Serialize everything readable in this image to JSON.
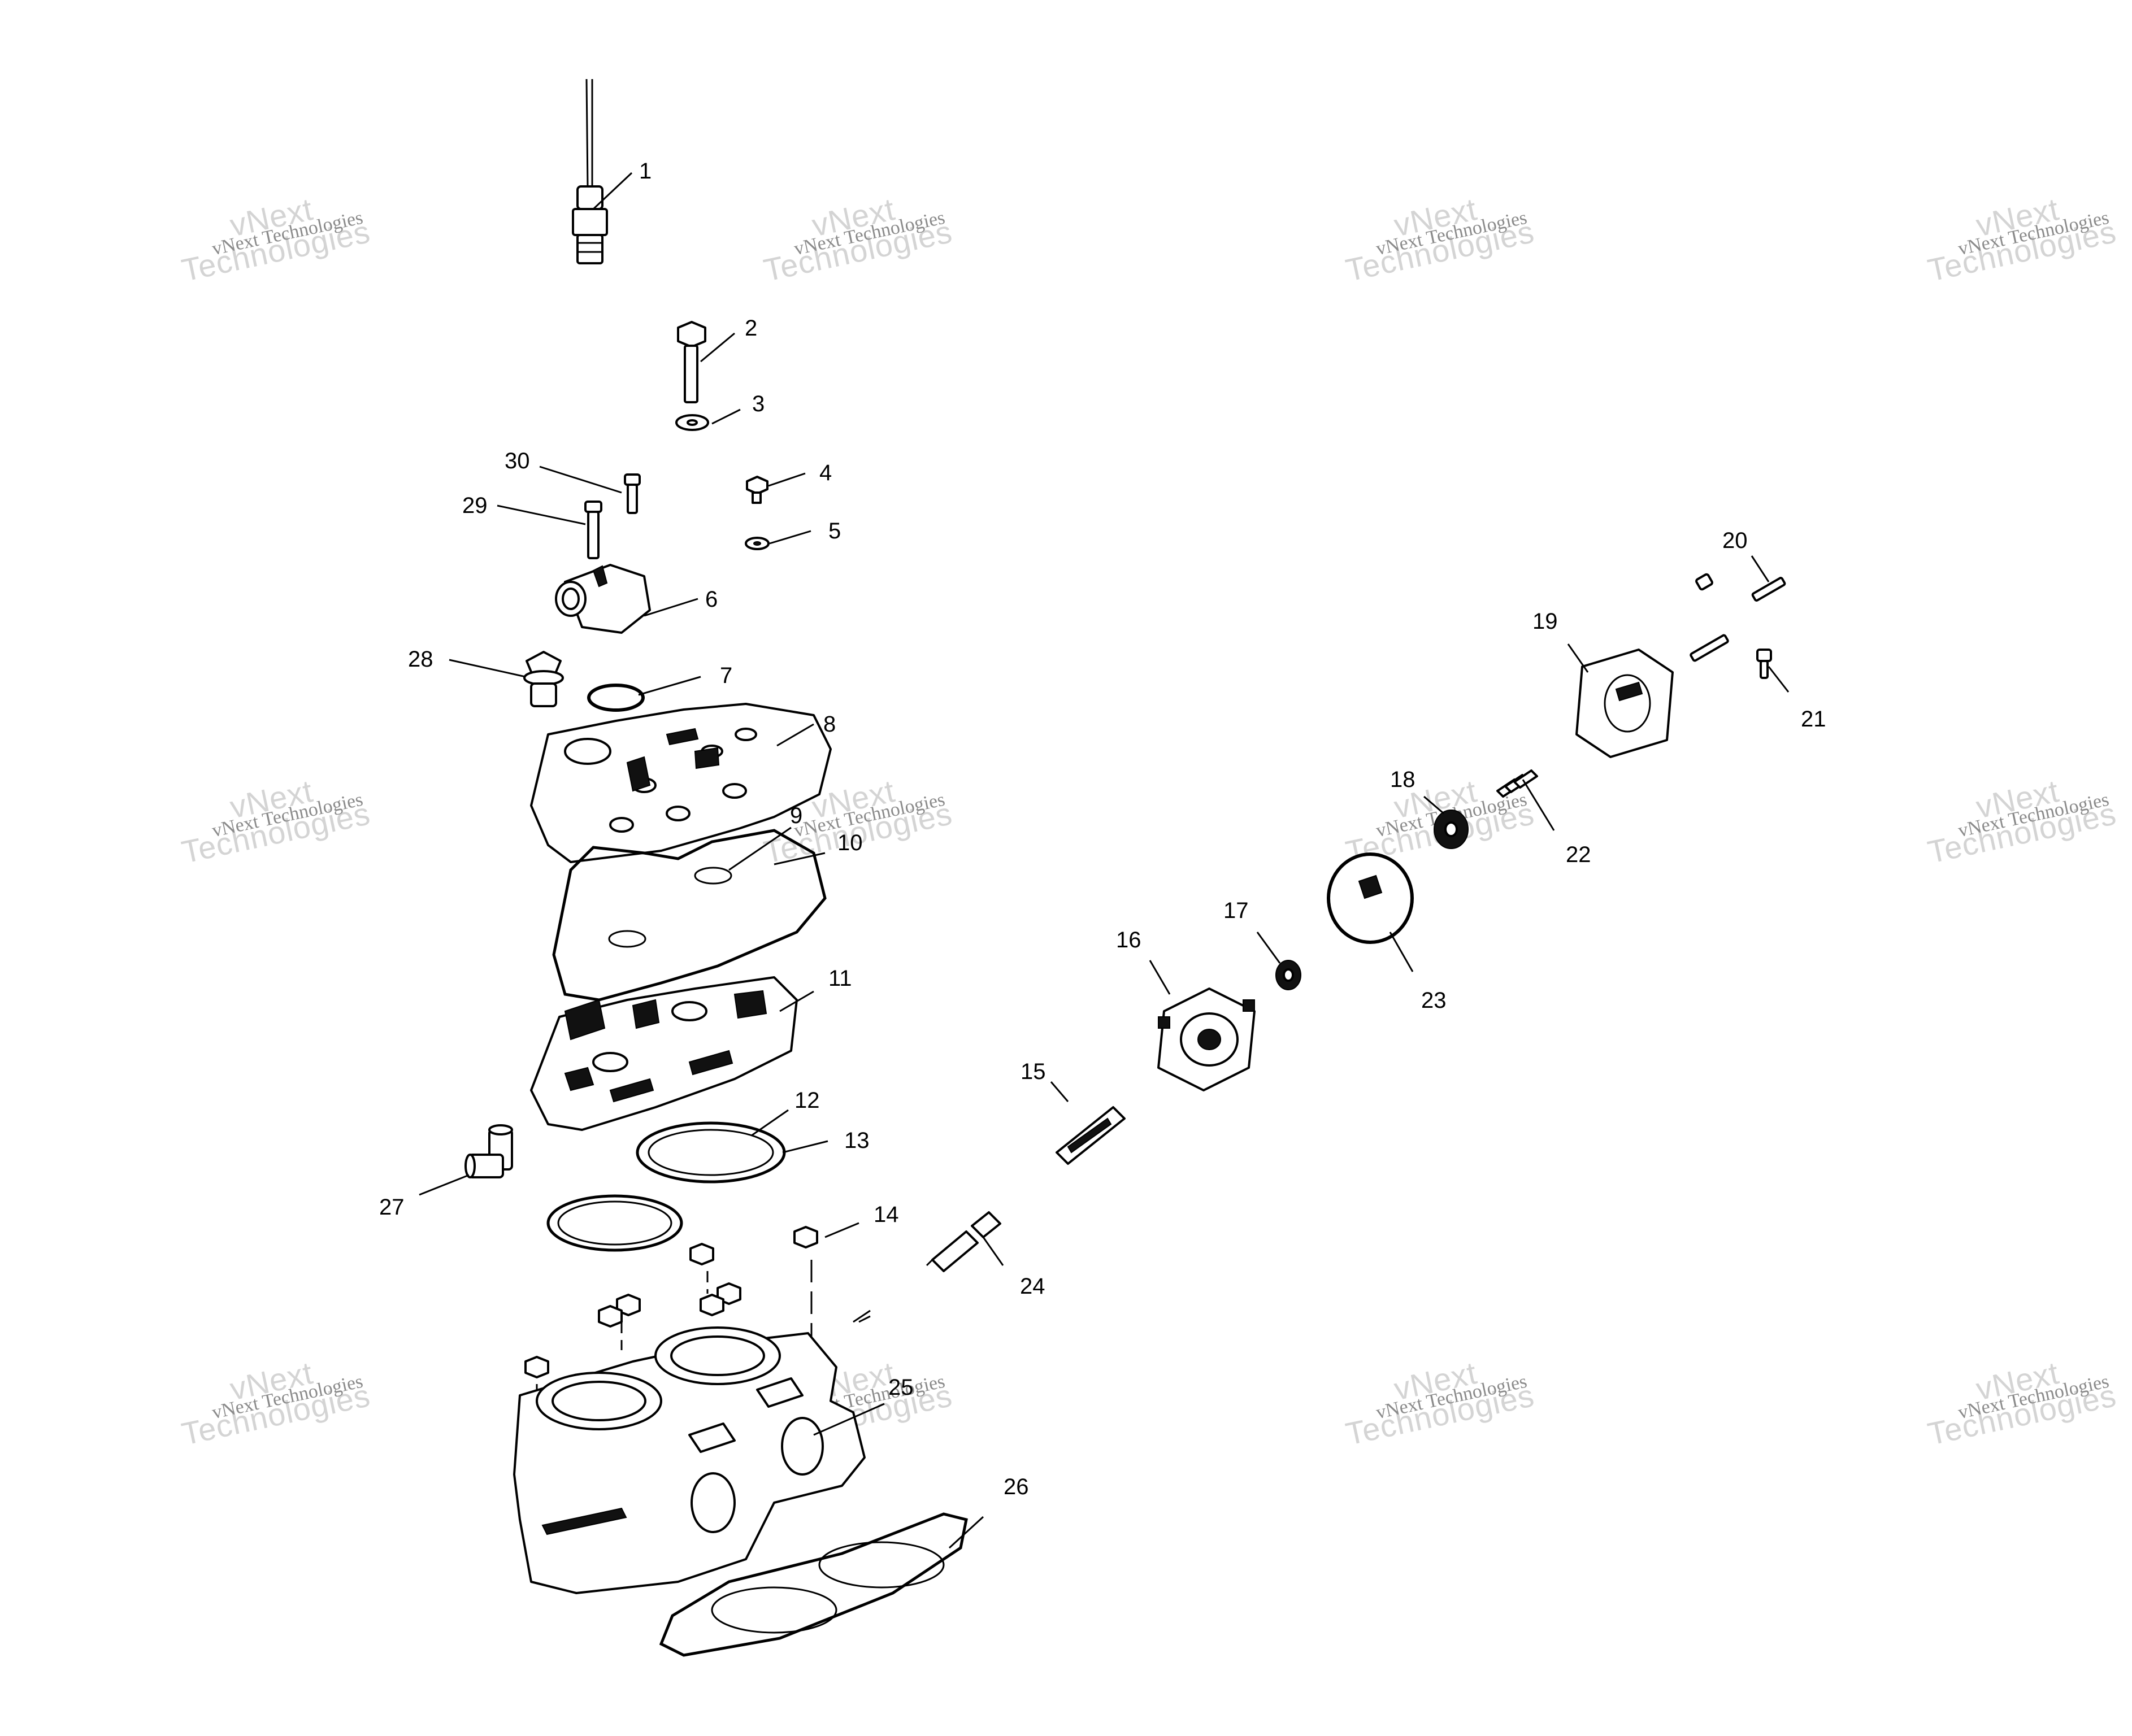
{
  "callouts": [
    {
      "id": "1",
      "label": "1"
    },
    {
      "id": "2",
      "label": "2"
    },
    {
      "id": "3",
      "label": "3"
    },
    {
      "id": "4",
      "label": "4"
    },
    {
      "id": "5",
      "label": "5"
    },
    {
      "id": "6",
      "label": "6"
    },
    {
      "id": "7",
      "label": "7"
    },
    {
      "id": "8",
      "label": "8"
    },
    {
      "id": "9",
      "label": "9"
    },
    {
      "id": "10",
      "label": "10"
    },
    {
      "id": "11",
      "label": "11"
    },
    {
      "id": "12",
      "label": "12"
    },
    {
      "id": "13",
      "label": "13"
    },
    {
      "id": "14",
      "label": "14"
    },
    {
      "id": "15",
      "label": "15"
    },
    {
      "id": "16",
      "label": "16"
    },
    {
      "id": "17",
      "label": "17"
    },
    {
      "id": "18",
      "label": "18"
    },
    {
      "id": "19",
      "label": "19"
    },
    {
      "id": "20",
      "label": "20"
    },
    {
      "id": "21",
      "label": "21"
    },
    {
      "id": "22",
      "label": "22"
    },
    {
      "id": "23",
      "label": "23"
    },
    {
      "id": "24",
      "label": "24"
    },
    {
      "id": "25",
      "label": "25"
    },
    {
      "id": "26",
      "label": "26"
    },
    {
      "id": "27",
      "label": "27"
    },
    {
      "id": "28",
      "label": "28"
    },
    {
      "id": "29",
      "label": "29"
    },
    {
      "id": "30",
      "label": "30"
    }
  ],
  "watermark": {
    "line1": "vNext Technologies",
    "line2a": "vNext",
    "line2b": "Technologies"
  }
}
